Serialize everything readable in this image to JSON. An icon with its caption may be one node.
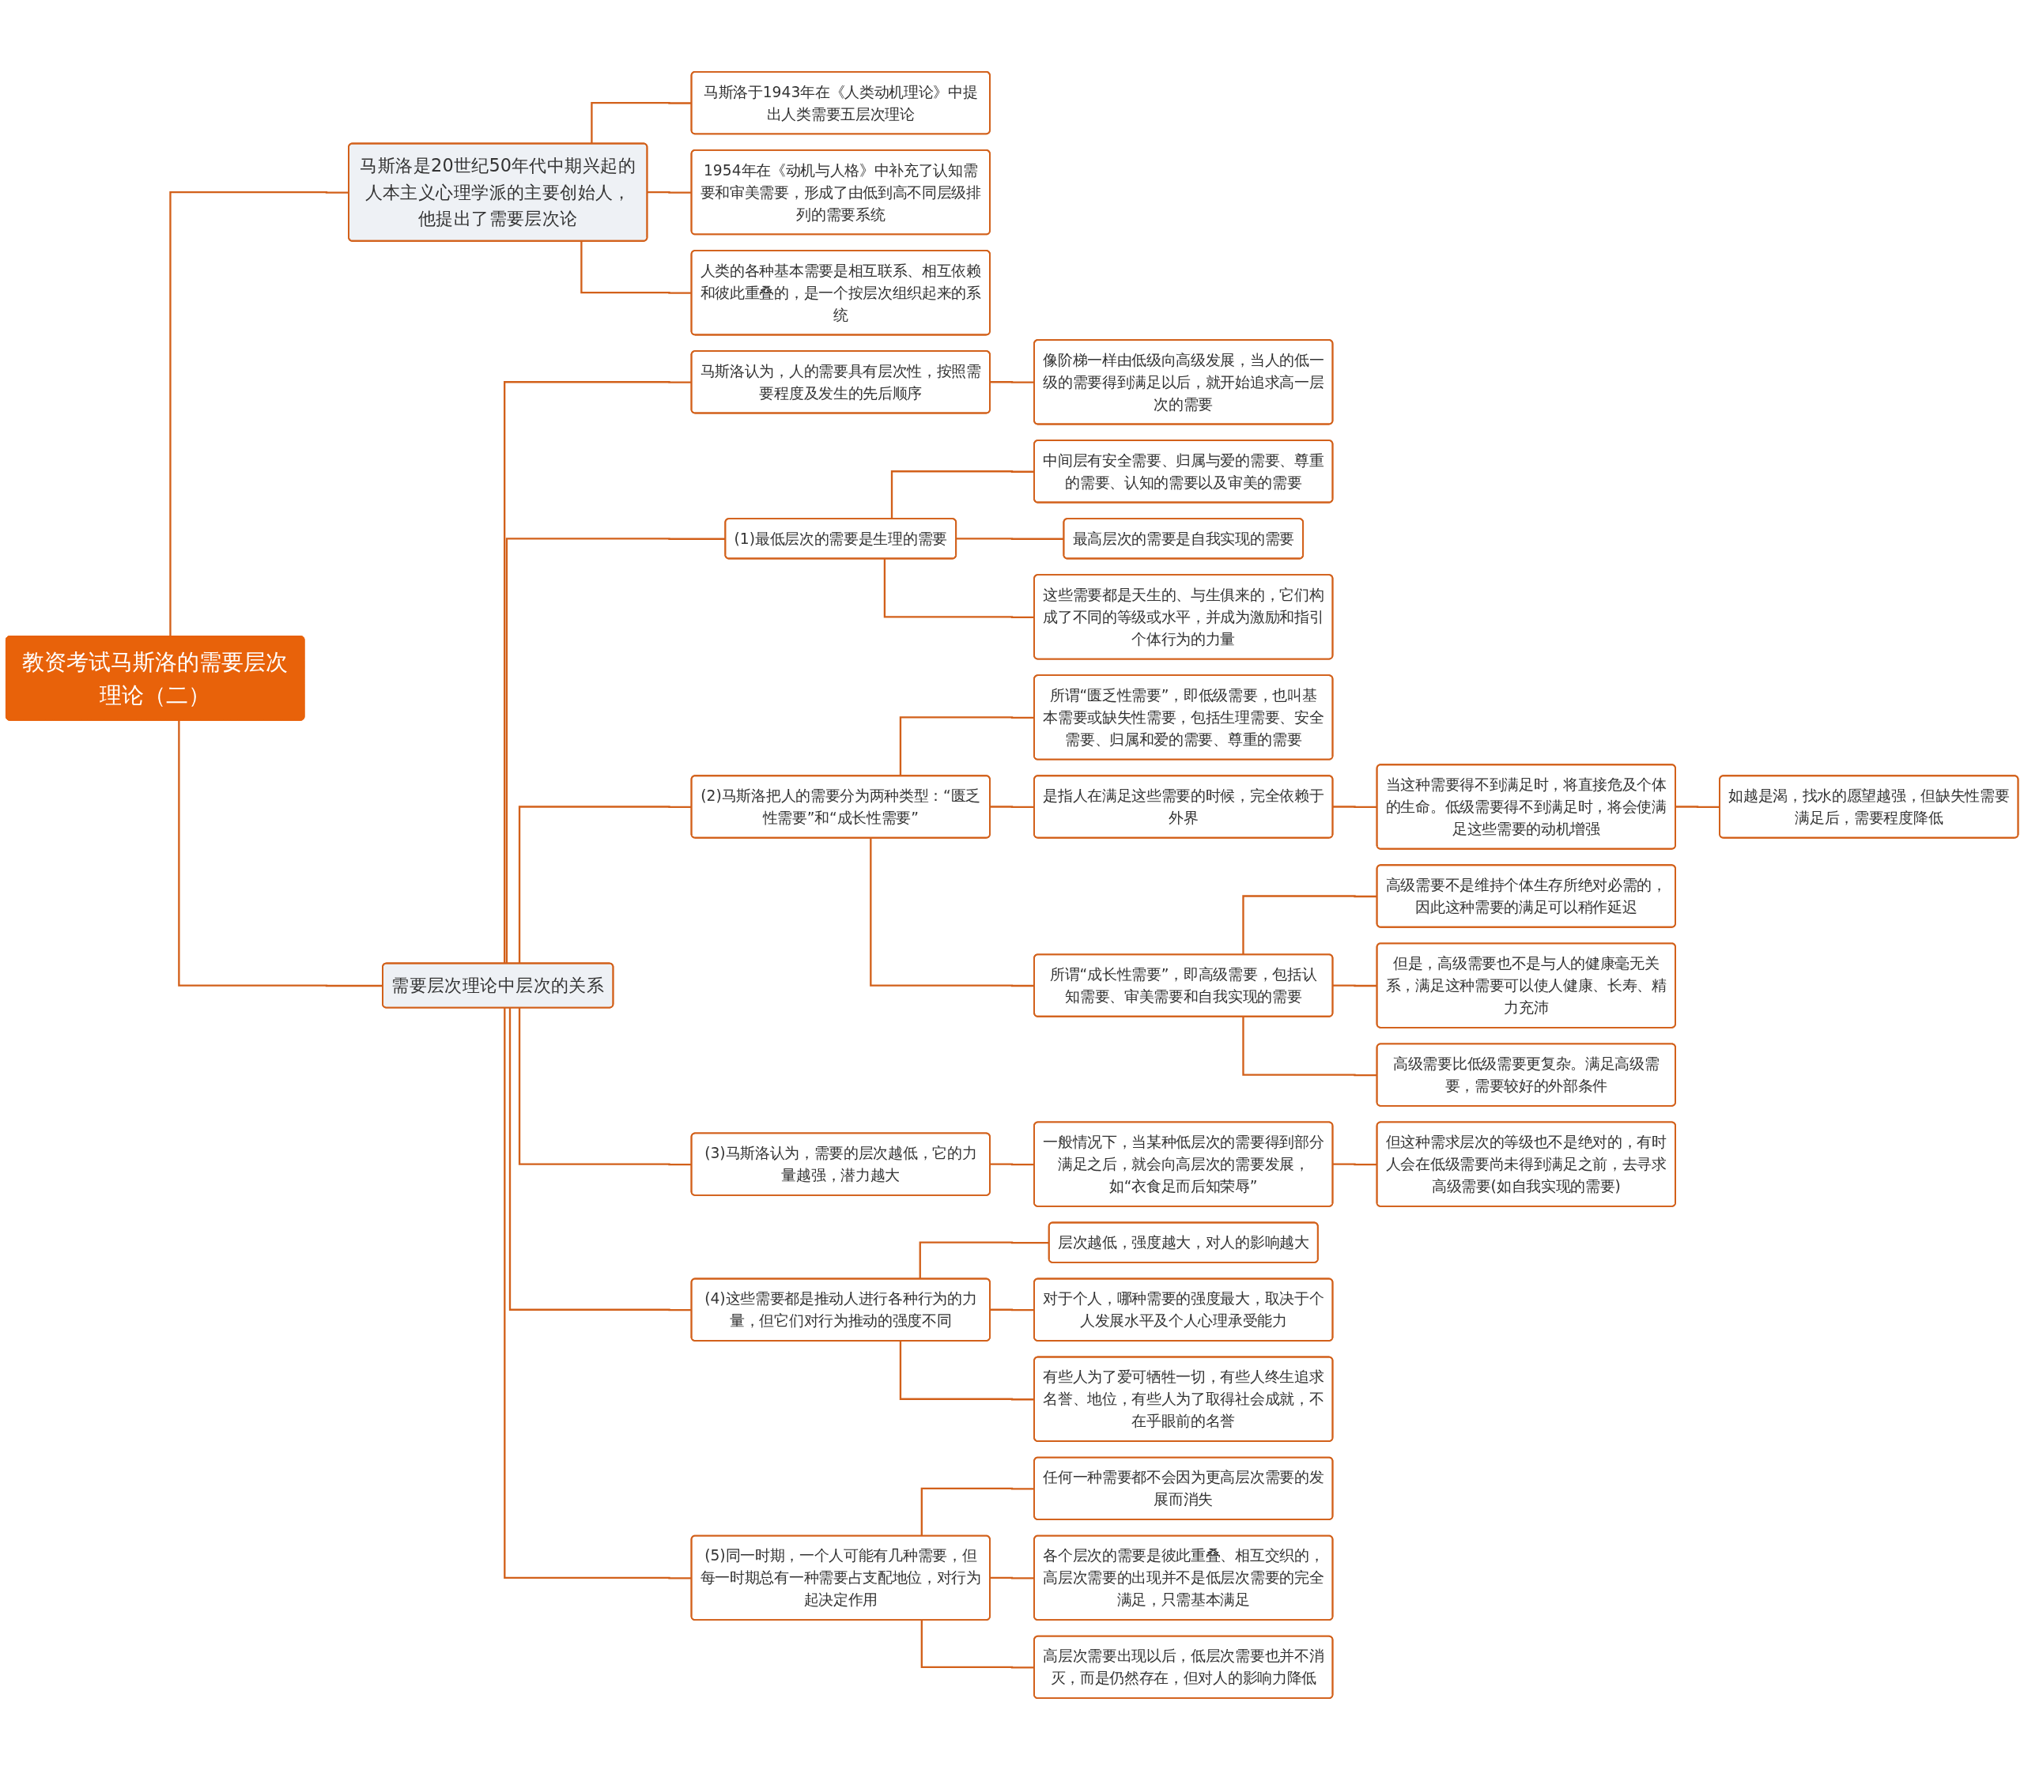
{
  "diagram": {
    "nodes": [
      {
        "text": [
          "教资考试马斯洛的需要层次理论（二）"
        ]
      },
      {
        "text": [
          "马斯洛是20世纪50年代中期兴起的人本主义心理学派的主要创始人，他提出了需要层次论"
        ]
      },
      {
        "text": [
          "马斯洛于1943年在《人类动机理论》中提出人类需要五层次理论"
        ]
      },
      {
        "text": [
          "1954年在《动机与人格》中补充了认知需要和审美需要，形成了由低到高不同层级排列的需要系统"
        ]
      },
      {
        "text": [
          "人类的各种基本需要是相互联系、相互依赖和彼此重叠的，是一个按层次组织起来的系统"
        ]
      },
      {
        "text": [
          "需要层次理论中层次的关系"
        ]
      },
      {
        "text": [
          "马斯洛认为，人的需要具有层次性，按照需要程度及发生的先后顺序"
        ]
      },
      {
        "text": [
          "像阶梯一样由低级向高级发展，当人的低一级的需要得到满足以后，就开始追求高一层次的需要"
        ]
      },
      {
        "text": [
          "(1)最低层次的需要是生理的需要"
        ]
      },
      {
        "text": [
          "中间层有安全需要、归属与爱的需要、尊重的需要、认知的需要以及审美的需要"
        ]
      },
      {
        "text": [
          "最高层次的需要是自我实现的需要"
        ]
      },
      {
        "text": [
          "这些需要都是天生的、与生俱来的，它们构成了不同的等级或水平，并成为激励和指引个体行为的力量"
        ]
      },
      {
        "text": [
          "(2)马斯洛把人的需要分为两种类型：“匮乏性需要”和“成长性需要”"
        ]
      },
      {
        "text": [
          "所谓“匮乏性需要”，即低级需要，也叫基本需要或缺失性需要，包括生理需要、安全需要、归属和爱的需要、尊重的需要"
        ]
      },
      {
        "text": [
          "是指人在满足这些需要的时候，完全依赖于外界"
        ]
      },
      {
        "text": [
          "当这种需要得不到满足时，将直接危及个体的生命。低级需要得不到满足时，将会使满足这些需要的动机增强"
        ]
      },
      {
        "text": [
          "如越是渴，找水的愿望越强，但缺失性需要满足后，需要程度降低"
        ]
      },
      {
        "text": [
          "所谓“成长性需要”，即高级需要，包括认知需要、审美需要和自我实现的需要"
        ]
      },
      {
        "text": [
          "高级需要不是维持个体生存所绝对必需的，因此这种需要的满足可以稍作延迟"
        ]
      },
      {
        "text": [
          "但是，高级需要也不是与人的健康毫无关系，满足这种需要可以使人健康、长寿、精力充沛"
        ]
      },
      {
        "text": [
          "高级需要比低级需要更复杂。满足高级需要，需要较好的外部条件"
        ]
      },
      {
        "text": [
          "(3)马斯洛认为，需要的层次越低，它的力量越强，潜力越大"
        ]
      },
      {
        "text": [
          "一般情况下，当某种低层次的需要得到部分满足之后，就会向高层次的需要发展，如“衣食足而后知荣辱”"
        ]
      },
      {
        "text": [
          "但这种需求层次的等级也不是绝对的，有时人会在低级需要尚未得到满足之前，去寻求高级需要(如自我实现的需要)"
        ]
      },
      {
        "text": [
          "(4)这些需要都是推动人进行各种行为的力量，但它们对行为推动的强度不同"
        ]
      },
      {
        "text": [
          "层次越低，强度越大，对人的影响越大"
        ]
      },
      {
        "text": [
          "对于个人，哪种需要的强度最大，取决于个人发展水平及个人心理承受能力"
        ]
      },
      {
        "text": [
          "有些人为了爱可牺牲一切，有些人终生追求名誉、地位，有些人为了取得社会成就，不在乎眼前的名誉"
        ]
      },
      {
        "text": [
          "(5)同一时期，一个人可能有几种需要，但每一时期总有一种需要占支配地位，对行为起决定作用"
        ]
      },
      {
        "text": [
          "任何一种需要都不会因为更高层次需要的发展而消失"
        ]
      },
      {
        "text": [
          "各个层次的需要是彼此重叠、相互交织的，高层次需要的出现并不是低层次需要的完全满足，只需基本满足"
        ]
      },
      {
        "text": [
          "高层次需要出现以后，低层次需要也并不消灭，而是仍然存在，但对人的影响力降低"
        ]
      }
    ],
    "edges": [
      {
        "from": 0,
        "to": 1,
        "arrow": "none"
      },
      {
        "from": 1,
        "to": 2,
        "arrow": "none"
      },
      {
        "from": 1,
        "to": 3,
        "arrow": "none"
      },
      {
        "from": 1,
        "to": 4,
        "arrow": "none"
      },
      {
        "from": 0,
        "to": 5,
        "arrow": "none"
      },
      {
        "from": 5,
        "to": 6,
        "arrow": "none"
      },
      {
        "from": 6,
        "to": 7,
        "arrow": "none"
      },
      {
        "from": 5,
        "to": 8,
        "arrow": "none"
      },
      {
        "from": 8,
        "to": 9,
        "arrow": "none"
      },
      {
        "from": 8,
        "to": 10,
        "arrow": "none"
      },
      {
        "from": 8,
        "to": 11,
        "arrow": "none"
      },
      {
        "from": 5,
        "to": 12,
        "arrow": "none"
      },
      {
        "from": 12,
        "to": 13,
        "arrow": "none"
      },
      {
        "from": 12,
        "to": 14,
        "arrow": "none"
      },
      {
        "from": 14,
        "to": 15,
        "arrow": "none"
      },
      {
        "from": 15,
        "to": 16,
        "arrow": "none"
      },
      {
        "from": 12,
        "to": 17,
        "arrow": "none"
      },
      {
        "from": 17,
        "to": 18,
        "arrow": "none"
      },
      {
        "from": 17,
        "to": 19,
        "arrow": "none"
      },
      {
        "from": 17,
        "to": 20,
        "arrow": "none"
      },
      {
        "from": 5,
        "to": 21,
        "arrow": "none"
      },
      {
        "from": 21,
        "to": 22,
        "arrow": "none"
      },
      {
        "from": 22,
        "to": 23,
        "arrow": "none"
      },
      {
        "from": 5,
        "to": 24,
        "arrow": "none"
      },
      {
        "from": 24,
        "to": 25,
        "arrow": "none"
      },
      {
        "from": 24,
        "to": 26,
        "arrow": "none"
      },
      {
        "from": 24,
        "to": 27,
        "arrow": "none"
      },
      {
        "from": 5,
        "to": 28,
        "arrow": "none"
      },
      {
        "from": 28,
        "to": 29,
        "arrow": "none"
      },
      {
        "from": 28,
        "to": 30,
        "arrow": "none"
      },
      {
        "from": 28,
        "to": 31,
        "arrow": "none"
      }
    ]
  }
}
